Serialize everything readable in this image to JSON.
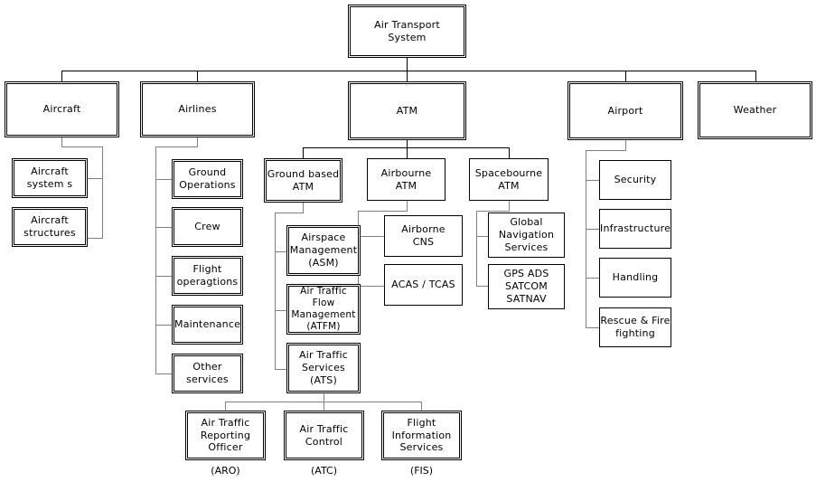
{
  "diagram": {
    "title": "Air Transport System",
    "type": "hierarchy-tree",
    "colors": {
      "box_border": "#000000",
      "connector_level1": "#000000",
      "connector": "#808080",
      "background": "#ffffff",
      "text": "#000000"
    }
  },
  "nodes": {
    "root": {
      "label": "Air Transport\nSystem"
    },
    "level2": {
      "aircraft": {
        "label": "Aircraft"
      },
      "airlines": {
        "label": "Airlines"
      },
      "atm": {
        "label": "ATM"
      },
      "airport": {
        "label": "Airport"
      },
      "weather": {
        "label": "Weather"
      }
    },
    "aircraft_children": [
      {
        "label": "Aircraft\nsystem s"
      },
      {
        "label": "Aircraft\nstructures"
      }
    ],
    "airlines_children": [
      {
        "label": "Ground\nOperations"
      },
      {
        "label": "Crew"
      },
      {
        "label": "Flight\noperagtions"
      },
      {
        "label": "Maintenance"
      },
      {
        "label": "Other\nservices"
      }
    ],
    "atm_children": {
      "ground_based": {
        "label": "Ground based\nATM"
      },
      "airbourne": {
        "label": "Airbourne\nATM"
      },
      "spacebourne": {
        "label": "Spacebourne\nATM"
      }
    },
    "ground_based_children": [
      {
        "label": "Airspace\nManagement\n(ASM)"
      },
      {
        "label": "Air Traffic Flow\nManagement\n(ATFM)"
      },
      {
        "label": "Air Traffic\nServices\n(ATS)"
      }
    ],
    "airbourne_children": [
      {
        "label": "Airborne\nCNS"
      },
      {
        "label": "ACAS / TCAS"
      }
    ],
    "spacebourne_children": [
      {
        "label": "Global\nNavigation\nServices"
      },
      {
        "label": "GPS ADS\nSATCOM\nSATNAV"
      }
    ],
    "airport_children": [
      {
        "label": "Security"
      },
      {
        "label": "Infrastructure"
      },
      {
        "label": "Handling"
      },
      {
        "label": "Rescue & Fire\nfighting"
      }
    ],
    "ats_children": [
      {
        "label": "Air Traffic\nReporting\nOfficer",
        "caption": "(ARO)"
      },
      {
        "label": "Air Traffic\nControl",
        "caption": "(ATC)"
      },
      {
        "label": "Flight\nInformation\nServices",
        "caption": "(FIS)"
      }
    ]
  }
}
